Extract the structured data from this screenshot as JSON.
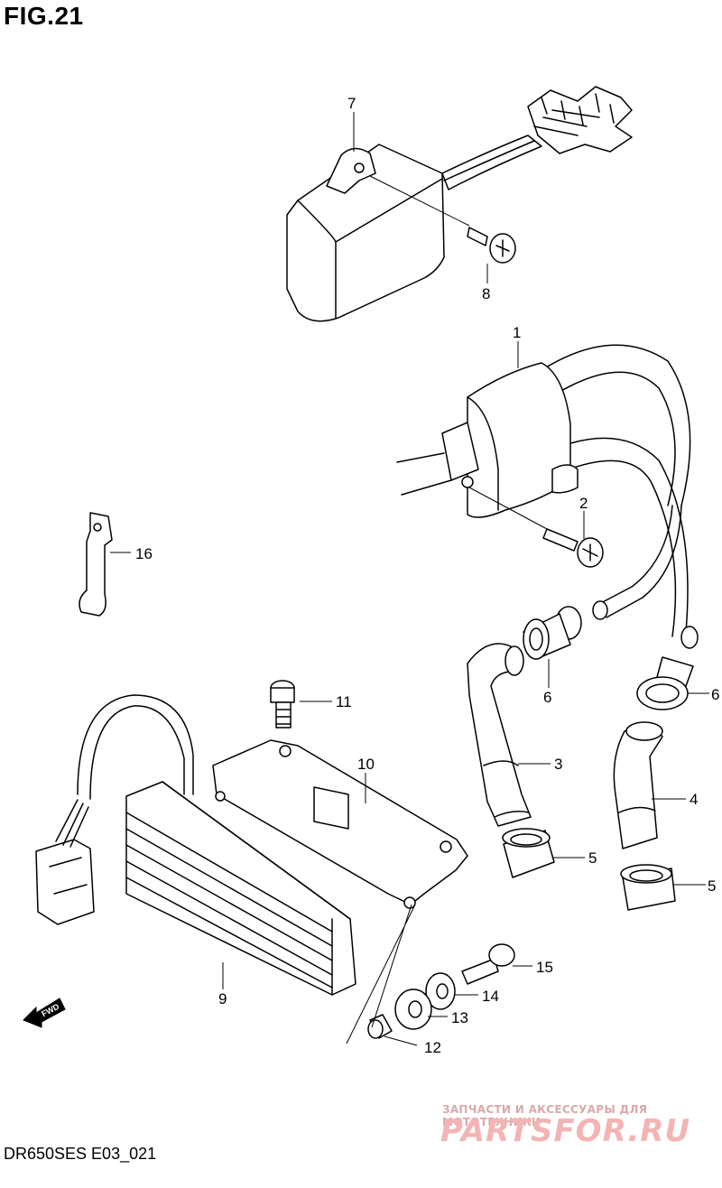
{
  "figure": {
    "title": "FIG.21"
  },
  "footer": {
    "model_code": "DR650SES E03_021"
  },
  "watermark": {
    "caption": "ЗАПЧАСТИ И АКСЕССУАРЫ ДЛЯ МОТОТЕХНИКИ",
    "logo": "PARTSFOR.RU"
  },
  "direction_marker": {
    "label": "FWD"
  },
  "callouts": [
    {
      "id": "1",
      "text": "1"
    },
    {
      "id": "2",
      "text": "2"
    },
    {
      "id": "3",
      "text": "3"
    },
    {
      "id": "4",
      "text": "4"
    },
    {
      "id": "5a",
      "text": "5"
    },
    {
      "id": "5b",
      "text": "5"
    },
    {
      "id": "6a",
      "text": "6"
    },
    {
      "id": "6b",
      "text": "6"
    },
    {
      "id": "7",
      "text": "7"
    },
    {
      "id": "8",
      "text": "8"
    },
    {
      "id": "9",
      "text": "9"
    },
    {
      "id": "10",
      "text": "10"
    },
    {
      "id": "11",
      "text": "11"
    },
    {
      "id": "12",
      "text": "12"
    },
    {
      "id": "13",
      "text": "13"
    },
    {
      "id": "14",
      "text": "14"
    },
    {
      "id": "15",
      "text": "15"
    },
    {
      "id": "16",
      "text": "16"
    }
  ]
}
